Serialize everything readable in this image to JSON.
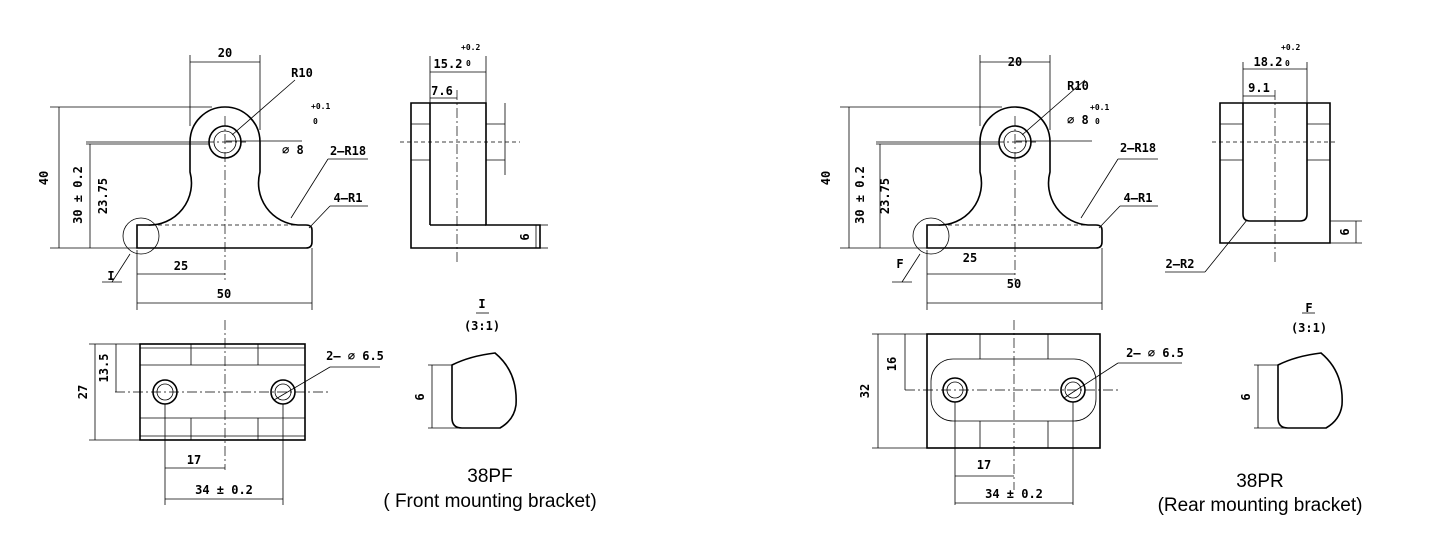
{
  "brackets": [
    {
      "model": "38PF",
      "description": "( Front mounting bracket)",
      "front_view": {
        "width_top": "20",
        "radius_top": "R10",
        "hole_dia": "∅ 8",
        "hole_tol_upper": "+0.1",
        "hole_tol_lower": "0",
        "fillet_radius": "2–R18",
        "corner_radius": "4–R1",
        "height_total": "40",
        "height_hole": "30 ± 0.2",
        "height_mid": "23.75",
        "half_length": "25",
        "length": "50",
        "detail_marker": "I"
      },
      "side_view": {
        "inner_width": "15.2",
        "tol_upper": "+0.2",
        "tol_lower": "0",
        "wall": "7.6",
        "thickness": "6"
      },
      "top_view": {
        "hole_spec": "2– ∅ 6.5",
        "half_width": "13.5",
        "width": "27",
        "half_pitch": "17",
        "pitch": "34 ± 0.2"
      },
      "detail": {
        "marker": "I",
        "scale": "(3:1)",
        "thickness": "6"
      }
    },
    {
      "model": "38PR",
      "description": "(Rear mounting bracket)",
      "front_view": {
        "width_top": "20",
        "radius_top": "R10",
        "hole_dia": "∅ 8",
        "hole_tol_upper": "+0.1",
        "hole_tol_lower": "0",
        "fillet_radius": "2–R18",
        "corner_radius": "4–R1",
        "height_total": "40",
        "height_hole": "30 ± 0.2",
        "height_mid": "23.75",
        "half_length": "25",
        "length": "50",
        "detail_marker": "F"
      },
      "side_view": {
        "inner_width": "18.2",
        "tol_upper": "+0.2",
        "tol_lower": "0",
        "wall": "9.1",
        "thickness": "6",
        "inner_radius": "2–R2"
      },
      "top_view": {
        "hole_spec": "2– ∅ 6.5",
        "half_width": "16",
        "width": "32",
        "half_pitch": "17",
        "pitch": "34 ± 0.2"
      },
      "detail": {
        "marker": "F",
        "scale": "(3:1)",
        "thickness": "6"
      }
    }
  ]
}
